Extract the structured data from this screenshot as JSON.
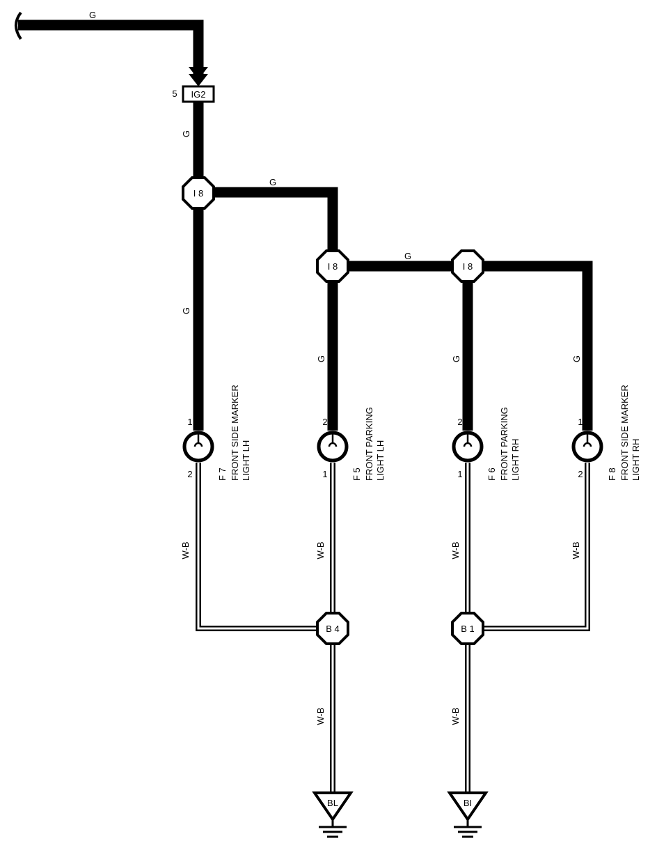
{
  "source": {
    "wire_color": "G",
    "connector_pin": "5",
    "connector": "IG2"
  },
  "wire_labels": {
    "top": "G",
    "below_ig2": "G",
    "branch_1": "G",
    "branch_2": "G",
    "drop_lh_marker": "G",
    "drop_lh_parking": "G",
    "drop_rh_parking": "G",
    "drop_rh_marker": "G",
    "ground_lh_marker": "W-B",
    "ground_lh_parking": "W-B",
    "ground_rh_parking": "W-B",
    "ground_rh_marker": "W-B",
    "to_ground_left": "W-B",
    "to_ground_right": "W-B"
  },
  "splices": {
    "i8_top": "I 8",
    "i8_left": "I 8",
    "i8_right": "I 8",
    "b4": "B 4",
    "b1": "B 1"
  },
  "lights": [
    {
      "id": "F 7",
      "line1": "FRONT SIDE MARKER",
      "line2": "LIGHT LH",
      "pin_top": "1",
      "pin_bottom": "2"
    },
    {
      "id": "F 5",
      "line1": "FRONT PARKING",
      "line2": "LIGHT LH",
      "pin_top": "2",
      "pin_bottom": "1"
    },
    {
      "id": "F 6",
      "line1": "FRONT PARKING",
      "line2": "LIGHT RH",
      "pin_top": "2",
      "pin_bottom": "1"
    },
    {
      "id": "F 8",
      "line1": "FRONT SIDE MARKER",
      "line2": "LIGHT RH",
      "pin_top": "1",
      "pin_bottom": "2"
    }
  ],
  "grounds": {
    "left": "BL",
    "right": "BI"
  },
  "colors": {
    "wire": "#000000",
    "background": "#ffffff"
  }
}
